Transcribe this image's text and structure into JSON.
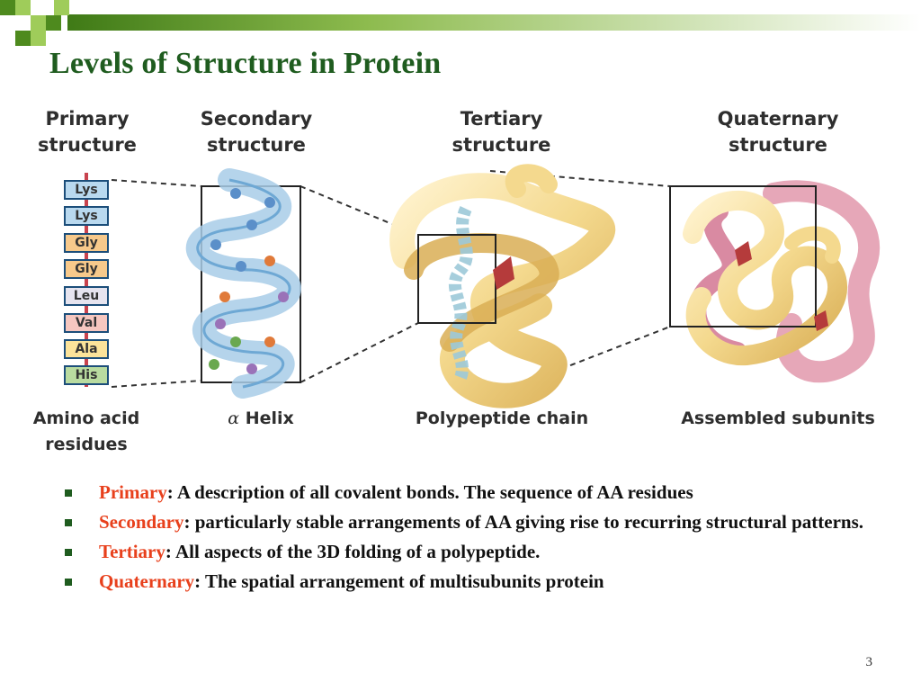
{
  "slide": {
    "title": "Levels of Structure in Protein",
    "page_number": "3"
  },
  "diagram": {
    "panels": [
      {
        "id": "primary",
        "header_line1": "Primary",
        "header_line2": "structure",
        "caption_line1": "Amino acid",
        "caption_line2": "residues"
      },
      {
        "id": "secondary",
        "header_line1": "Secondary",
        "header_line2": "structure",
        "caption_symbol": "α",
        "caption_text": "Helix"
      },
      {
        "id": "tertiary",
        "header_line1": "Tertiary",
        "header_line2": "structure",
        "caption": "Polypeptide chain"
      },
      {
        "id": "quaternary",
        "header_line1": "Quaternary",
        "header_line2": "structure",
        "caption": "Assembled subunits"
      }
    ],
    "residues": [
      {
        "name": "Lys",
        "color": "#b9d9ef"
      },
      {
        "name": "Lys",
        "color": "#b9d9ef"
      },
      {
        "name": "Gly",
        "color": "#f7c98b"
      },
      {
        "name": "Gly",
        "color": "#f7c98b"
      },
      {
        "name": "Leu",
        "color": "#e6e4ef"
      },
      {
        "name": "Val",
        "color": "#f6c7c0"
      },
      {
        "name": "Ala",
        "color": "#fbe39a"
      },
      {
        "name": "His",
        "color": "#b9dba0"
      }
    ]
  },
  "bullets": [
    {
      "term": "Primary",
      "text": ": A description of all covalent bonds. The sequence of AA residues"
    },
    {
      "term": "Secondary",
      "text": ": particularly stable arrangements of AA giving rise to recurring structural patterns."
    },
    {
      "term": "Tertiary",
      "text": ": All aspects of the 3D folding of a polypeptide."
    },
    {
      "term": "Quaternary",
      "text": ": The spatial arrangement of multisubunits protein"
    }
  ],
  "colors": {
    "title": "#1f5c1f",
    "term": "#e8401c",
    "accent_green": "#8dc63f",
    "dark_green": "#4e8a1e"
  }
}
